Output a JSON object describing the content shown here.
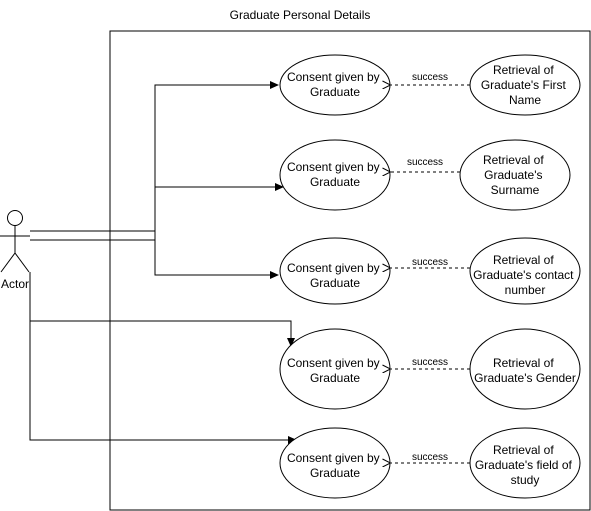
{
  "diagram": {
    "system_title": "Graduate Personal Details",
    "actor": {
      "label": "Actor"
    },
    "edge_label": "success",
    "use_cases": [
      {
        "consent": [
          "Consent given by",
          "Graduate"
        ],
        "retrieval": [
          "Retrieval of",
          "Graduate's First",
          "Name"
        ]
      },
      {
        "consent": [
          "Consent given by",
          "Graduate"
        ],
        "retrieval": [
          "Retrieval of",
          "Graduate's",
          "Surname"
        ]
      },
      {
        "consent": [
          "Consent given by",
          "Graduate"
        ],
        "retrieval": [
          "Retrieval of",
          "Graduate's contact",
          "number"
        ]
      },
      {
        "consent": [
          "Consent given by",
          "Graduate"
        ],
        "retrieval": [
          "Retrieval of",
          "Graduate's Gender"
        ]
      },
      {
        "consent": [
          "Consent given by",
          "Graduate"
        ],
        "retrieval": [
          "Retrieval of",
          "Graduate's field of",
          "study"
        ]
      }
    ]
  }
}
